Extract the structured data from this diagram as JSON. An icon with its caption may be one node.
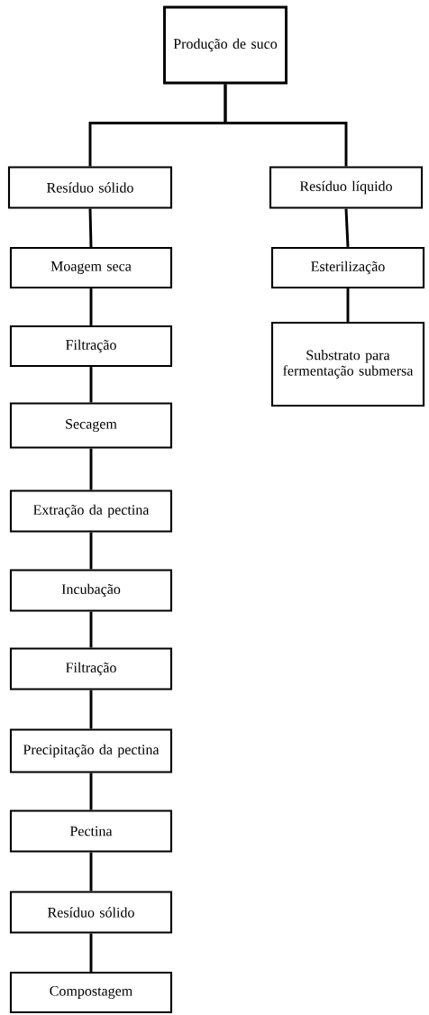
{
  "diagram": {
    "nodes": [
      {
        "text": [
          "Produção de suco"
        ]
      },
      {
        "text": [
          "Resíduo sólido"
        ]
      },
      {
        "text": [
          "Resíduo líquido"
        ]
      },
      {
        "text": [
          "Moagem seca"
        ]
      },
      {
        "text": [
          "Filtração"
        ]
      },
      {
        "text": [
          "Secagem"
        ]
      },
      {
        "text": [
          "Extração da pectina"
        ]
      },
      {
        "text": [
          "Incubação"
        ]
      },
      {
        "text": [
          "Filtração"
        ]
      },
      {
        "text": [
          "Precipitação da pectina"
        ]
      },
      {
        "text": [
          "Pectina"
        ]
      },
      {
        "text": [
          "Resíduo sólido"
        ]
      },
      {
        "text": [
          "Compostagem"
        ]
      },
      {
        "text": [
          "Esterilização"
        ]
      },
      {
        "text": [
          "Substrato para fermentação submersa"
        ]
      }
    ],
    "edges": [
      {
        "from": 0,
        "to": 1,
        "arrow": "none"
      },
      {
        "from": 0,
        "to": 2,
        "arrow": "none"
      },
      {
        "from": 1,
        "to": 3,
        "arrow": "none"
      },
      {
        "from": 3,
        "to": 4,
        "arrow": "none"
      },
      {
        "from": 4,
        "to": 5,
        "arrow": "none"
      },
      {
        "from": 5,
        "to": 6,
        "arrow": "none"
      },
      {
        "from": 6,
        "to": 7,
        "arrow": "none"
      },
      {
        "from": 7,
        "to": 8,
        "arrow": "none"
      },
      {
        "from": 8,
        "to": 9,
        "arrow": "none"
      },
      {
        "from": 9,
        "to": 10,
        "arrow": "none"
      },
      {
        "from": 10,
        "to": 11,
        "arrow": "none"
      },
      {
        "from": 11,
        "to": 12,
        "arrow": "none"
      },
      {
        "from": 2,
        "to": 13,
        "arrow": "none"
      },
      {
        "from": 13,
        "to": 14,
        "arrow": "none"
      }
    ]
  }
}
